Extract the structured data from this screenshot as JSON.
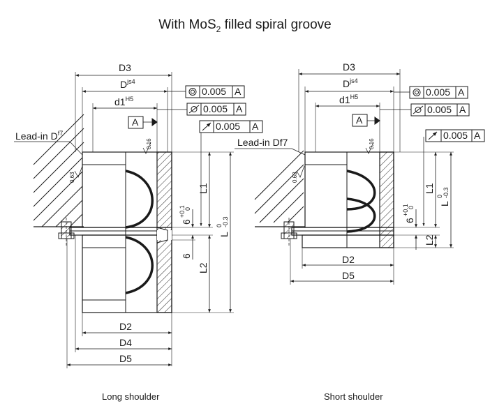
{
  "title": {
    "prefix": "With MoS",
    "sub": "2",
    "suffix": " filled spiral groove"
  },
  "captions": {
    "left": "Long shoulder",
    "right": "Short shoulder"
  },
  "left": {
    "D3": "D3",
    "D": "D",
    "D_sup": "js4",
    "d1": "d1",
    "d1_sup": "H5",
    "tol_conc": "0.005",
    "tol_cyl": "0.005",
    "tol_run": "0.005",
    "datum": "A",
    "leadin": "Lead-in D",
    "leadin_sup": "f7",
    "rough1": "0.16",
    "rough2": "0.63",
    "L1": "L1",
    "L2": "L2",
    "L": "L",
    "L_up": "0",
    "L_lo": "-0.3",
    "six_a": "6",
    "six_a_up": "+0.1",
    "six_a_lo": "0",
    "six_b": "6",
    "D2": "D2",
    "D4": "D4",
    "D5": "D5"
  },
  "right": {
    "D3": "D3",
    "D": "D",
    "D_sup": "js4",
    "d1": "d1",
    "d1_sup": "H5",
    "tol_conc": "0.005",
    "tol_cyl": "0.005",
    "tol_run": "0.005",
    "datum": "A",
    "leadin": "Lead-in Df7",
    "rough1": "0.16",
    "rough2": "0.63",
    "L1": "L1",
    "L2": "L2",
    "L": "L",
    "L_up": "0",
    "L_lo": "-0.3",
    "six_a": "6",
    "six_a_up": "+0.1",
    "six_a_lo": "0",
    "D2": "D2",
    "D5": "D5"
  }
}
